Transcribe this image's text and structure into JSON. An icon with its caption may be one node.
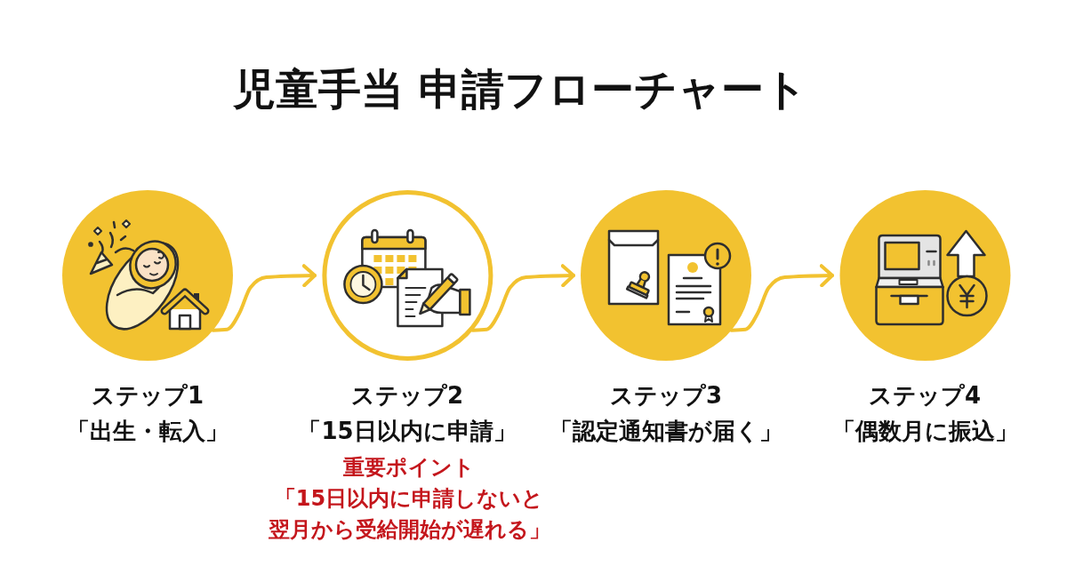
{
  "diagram": {
    "title": "児童手当 申請フローチャート",
    "nodes": [
      {
        "text": [
          "ステップ1",
          "「出生・転入」"
        ]
      },
      {
        "text": [
          "ステップ2",
          "「15日以内に申請」"
        ],
        "beside": [
          "重要ポイント",
          "「15日以内に申請しないと翌月から受給開始が遅れる」"
        ]
      },
      {
        "text": [
          "ステップ3",
          "「認定通知書が届く」"
        ]
      },
      {
        "text": [
          "ステップ4",
          "「偶数月に振込」"
        ]
      }
    ],
    "edges": [
      {
        "from": 0,
        "to": 1,
        "arrow": "to"
      },
      {
        "from": 1,
        "to": 2,
        "arrow": "to"
      },
      {
        "from": 2,
        "to": 3,
        "arrow": "to"
      }
    ]
  }
}
